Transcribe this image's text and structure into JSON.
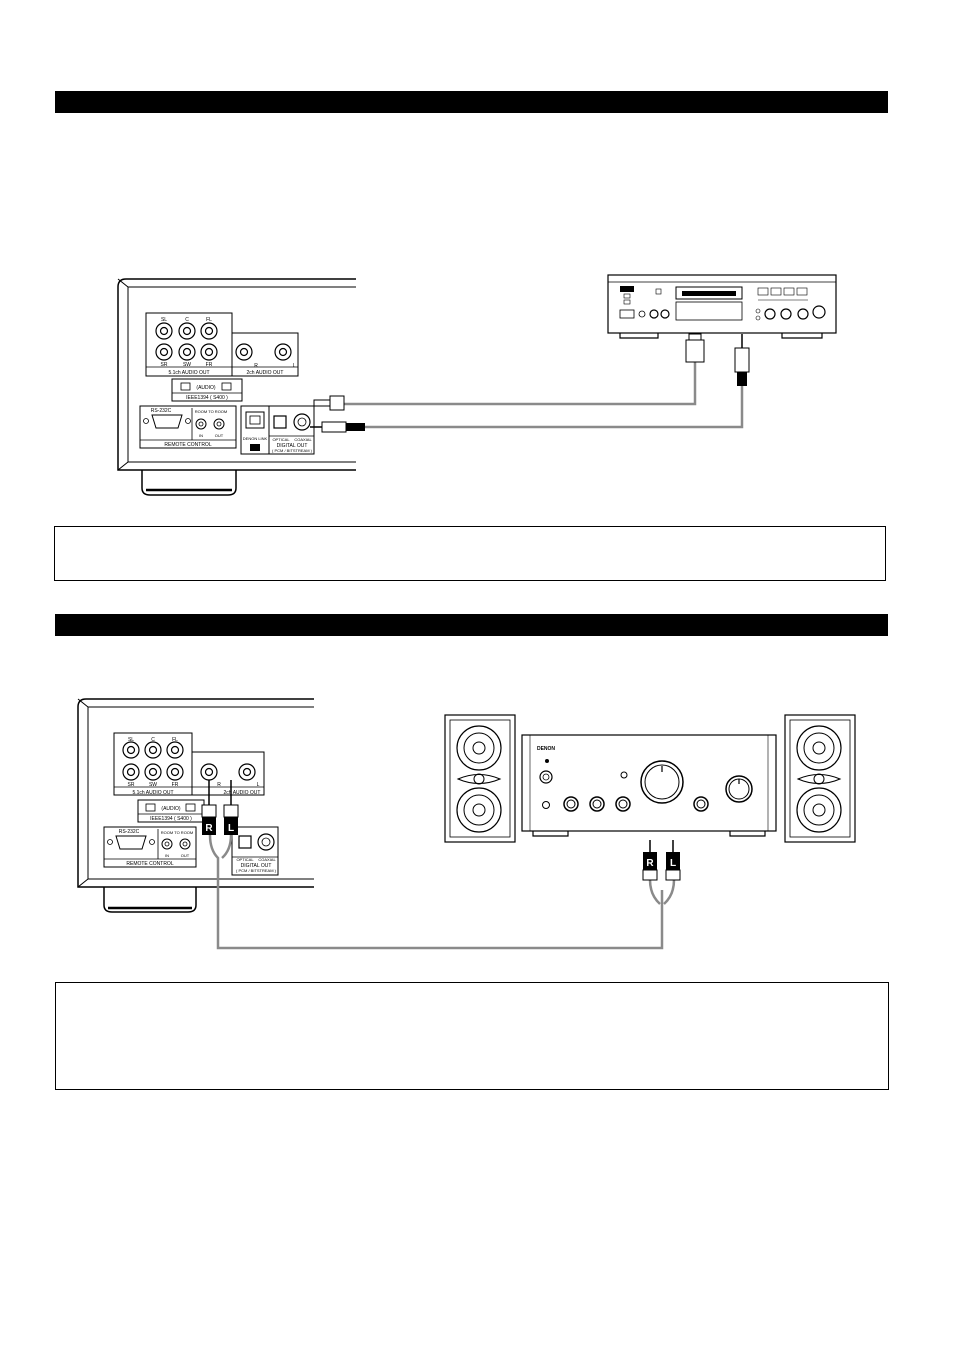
{
  "player_panel_1": {
    "jacks": {
      "sl": "SL",
      "c": "C",
      "fl": "FL",
      "sr": "SR",
      "sw": "SW",
      "fr": "FR",
      "r": "R",
      "l": "L"
    },
    "labels": {
      "multich_out": "5.1ch AUDIO OUT",
      "twoch_out": "2ch AUDIO OUT",
      "audio": "(AUDIO)",
      "ieee": "IEEE1394 ( S400 )",
      "rs232c": "RS-232C",
      "room_to_room": "ROOM TO ROOM",
      "in": "IN",
      "out": "OUT",
      "remote_control": "REMOTE CONTROL",
      "denon_link": "DENON LINK",
      "optical": "OPTICAL",
      "coaxial": "COAXIAL",
      "digital_out": "DIGITAL OUT",
      "pcm_bitstream": "( PCM / BITSTREAM )"
    }
  },
  "player_panel_2": {
    "jacks": {
      "sl": "SL",
      "c": "C",
      "fl": "FL",
      "sr": "SR",
      "sw": "SW",
      "fr": "FR",
      "r": "R",
      "l": "L"
    },
    "labels": {
      "multich_out": "5.1ch AUDIO OUT",
      "twoch_out": "2ch AUDIO OUT",
      "audio": "(AUDIO)",
      "ieee": "IEEE1394 ( S400 )",
      "rs232c": "RS-232C",
      "room_to_room": "ROOM TO ROOM",
      "in": "IN",
      "out": "OUT",
      "remote_control": "REMOTE CONTROL",
      "optical": "OPTICAL",
      "coaxial": "COAXIAL",
      "digital_out": "DIGITAL OUT",
      "pcm_bitstream": "( PCM / BITSTREAM )"
    }
  },
  "amplifier": {
    "brand": "DENON"
  },
  "plugs": {
    "right": "R",
    "left": "L"
  },
  "colors": {
    "cable": "#8a8a8a",
    "bar": "#000000"
  }
}
